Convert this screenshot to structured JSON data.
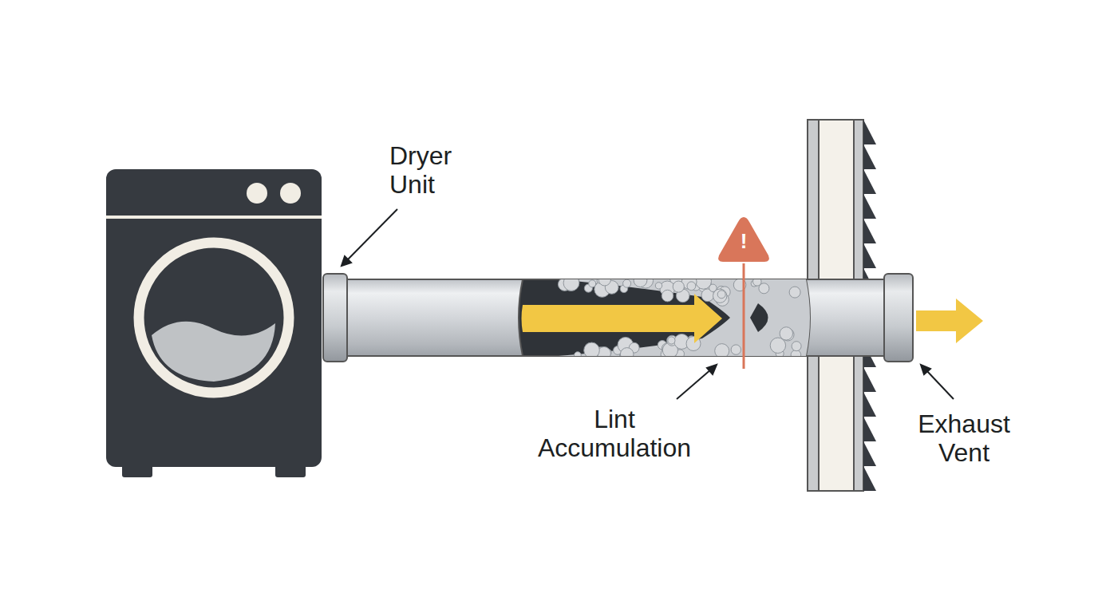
{
  "diagram": {
    "labels": [
      "Dryer Unit",
      "Lint Accumulation",
      "Exhaust Vent",
      "!"
    ]
  }
}
